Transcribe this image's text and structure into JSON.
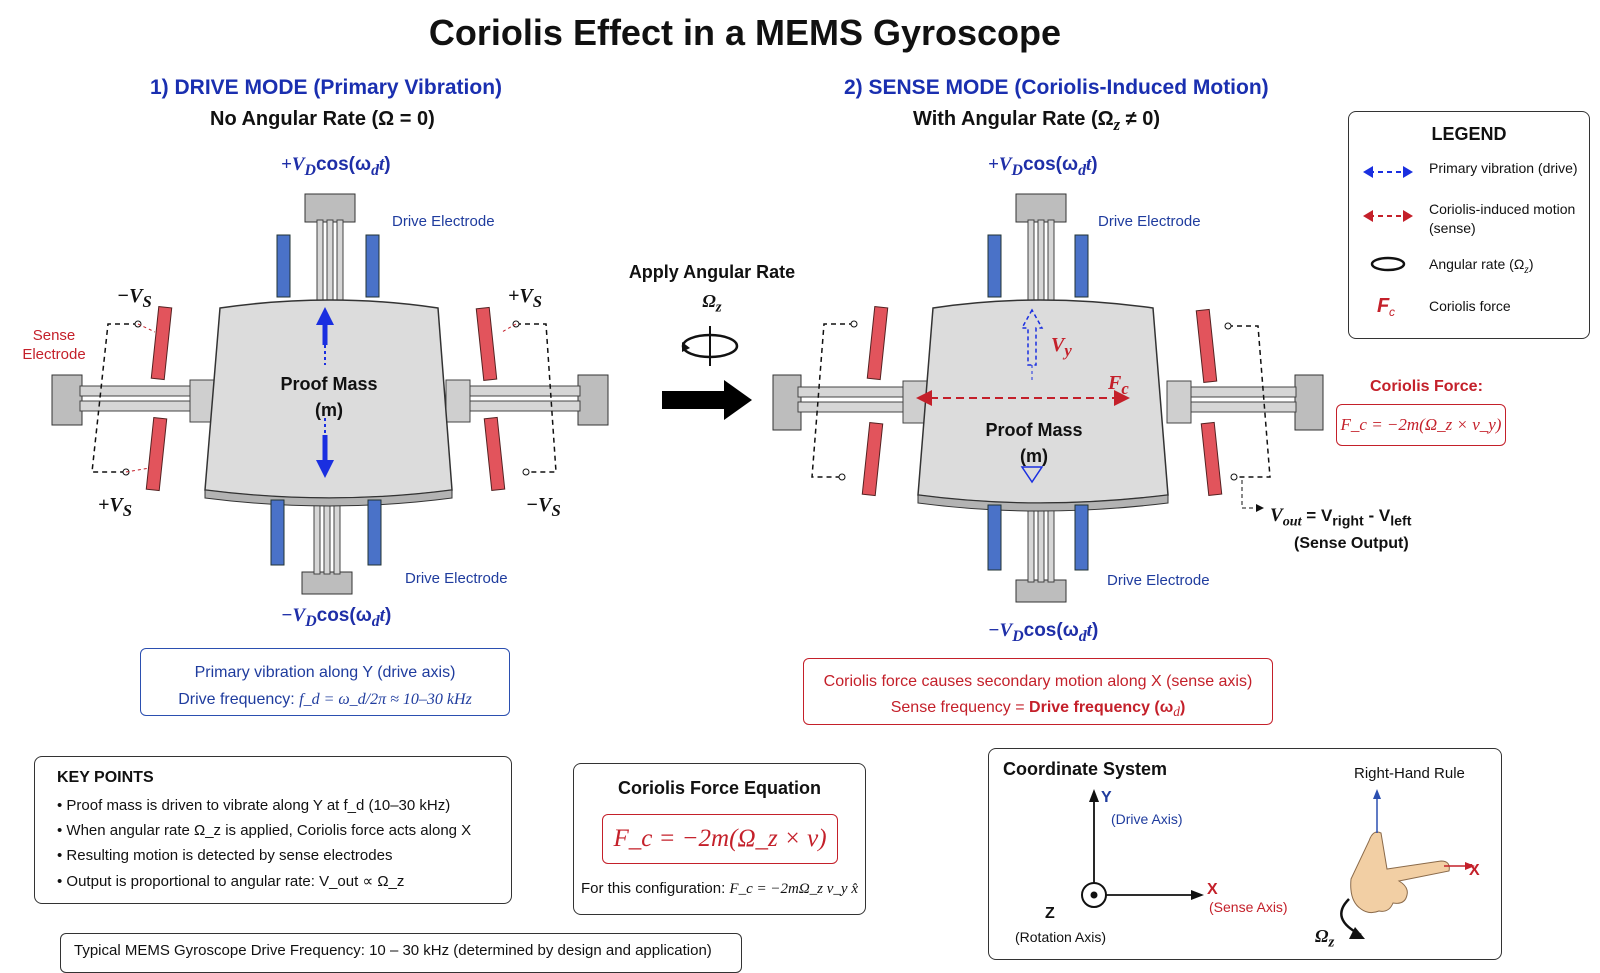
{
  "title": "Coriolis Effect in a MEMS Gyroscope",
  "drive": {
    "heading": "1) DRIVE MODE (Primary Vibration)",
    "subheading": "No Angular Rate (Ω = 0)",
    "top_voltage": "+V",
    "top_voltage_tail": "cos(ω",
    "bottom_voltage": "−V",
    "drive_electrode_top": "Drive Electrode",
    "drive_electrode_bottom": "Drive Electrode",
    "sense_electrode": "Sense Electrode",
    "vs_top_left": "−V",
    "vs_top_right": "+V",
    "vs_bottom_left": "+V",
    "vs_bottom_right": "−V",
    "proof_mass_line1": "Proof Mass",
    "proof_mass_line2": "(m)",
    "info_line1": "Primary vibration along Y (drive axis)",
    "info_line2_prefix": "Drive frequency: ",
    "info_line2_math": "f_d = ω_d/2π ≈ 10–30 kHz"
  },
  "transition": {
    "line1": "Apply Angular Rate",
    "line2": "Ω"
  },
  "sense": {
    "heading": "2) SENSE MODE (Coriolis-Induced Motion)",
    "subheading": "With Angular Rate (Ω",
    "subheading_tail": " ≠ 0)",
    "drive_electrode_top": "Drive Electrode",
    "drive_electrode_bottom": "Drive Electrode",
    "proof_mass_line1": "Proof Mass",
    "proof_mass_line2": "(m)",
    "vy_label": "V",
    "fc_label": "F",
    "vout_label": "V",
    "vout_eq": " = V",
    "vout_minus": " - V",
    "sense_output": "(Sense Output)",
    "coriolis_force_title": "Coriolis Force:",
    "coriolis_force_eq": "F_c = −2m(Ω_z × v_y)",
    "info_line1": "Coriolis force causes secondary motion along X (sense axis)",
    "info_line2_prefix": "Sense frequency = ",
    "info_line2_bold": "Drive frequency (ω"
  },
  "legend": {
    "title": "LEGEND",
    "items": [
      {
        "label": "Primary vibration (drive)"
      },
      {
        "label": "Coriolis-induced motion (sense)"
      },
      {
        "label": "Angular rate (Ω"
      },
      {
        "label": "Coriolis force"
      }
    ]
  },
  "key_points": {
    "title": "KEY POINTS",
    "items": [
      "Proof mass is driven to vibrate along Y at f_d (10–30 kHz)",
      "When angular rate Ω_z is applied, Coriolis force acts along X",
      "Resulting motion is detected by sense electrodes",
      "Output is proportional to angular rate: V_out ∝ Ω_z"
    ]
  },
  "equation_box": {
    "title": "Coriolis Force Equation",
    "equation": "F_c = −2m(Ω_z × v)",
    "config_prefix": "For this configuration: ",
    "config_eq": "F_c = −2mΩ_z v_y x̂"
  },
  "coordinate": {
    "title": "Coordinate System",
    "rhr": "Right-Hand Rule",
    "y": "Y",
    "y_axis": "(Drive Axis)",
    "x": "X",
    "x_axis": "(Sense Axis)",
    "z": "Z",
    "z_axis": "(Rotation Axis)"
  },
  "footer": "Typical MEMS Gyroscope Drive Frequency: 10 – 30 kHz (determined by design and application)",
  "colors": {
    "drive_blue": "#1a2fe0",
    "sense_red": "#c4202a",
    "electrode_blue": "#4a72c8",
    "electrode_red": "#e2545c",
    "mass_gray": "#d9d9d9"
  }
}
